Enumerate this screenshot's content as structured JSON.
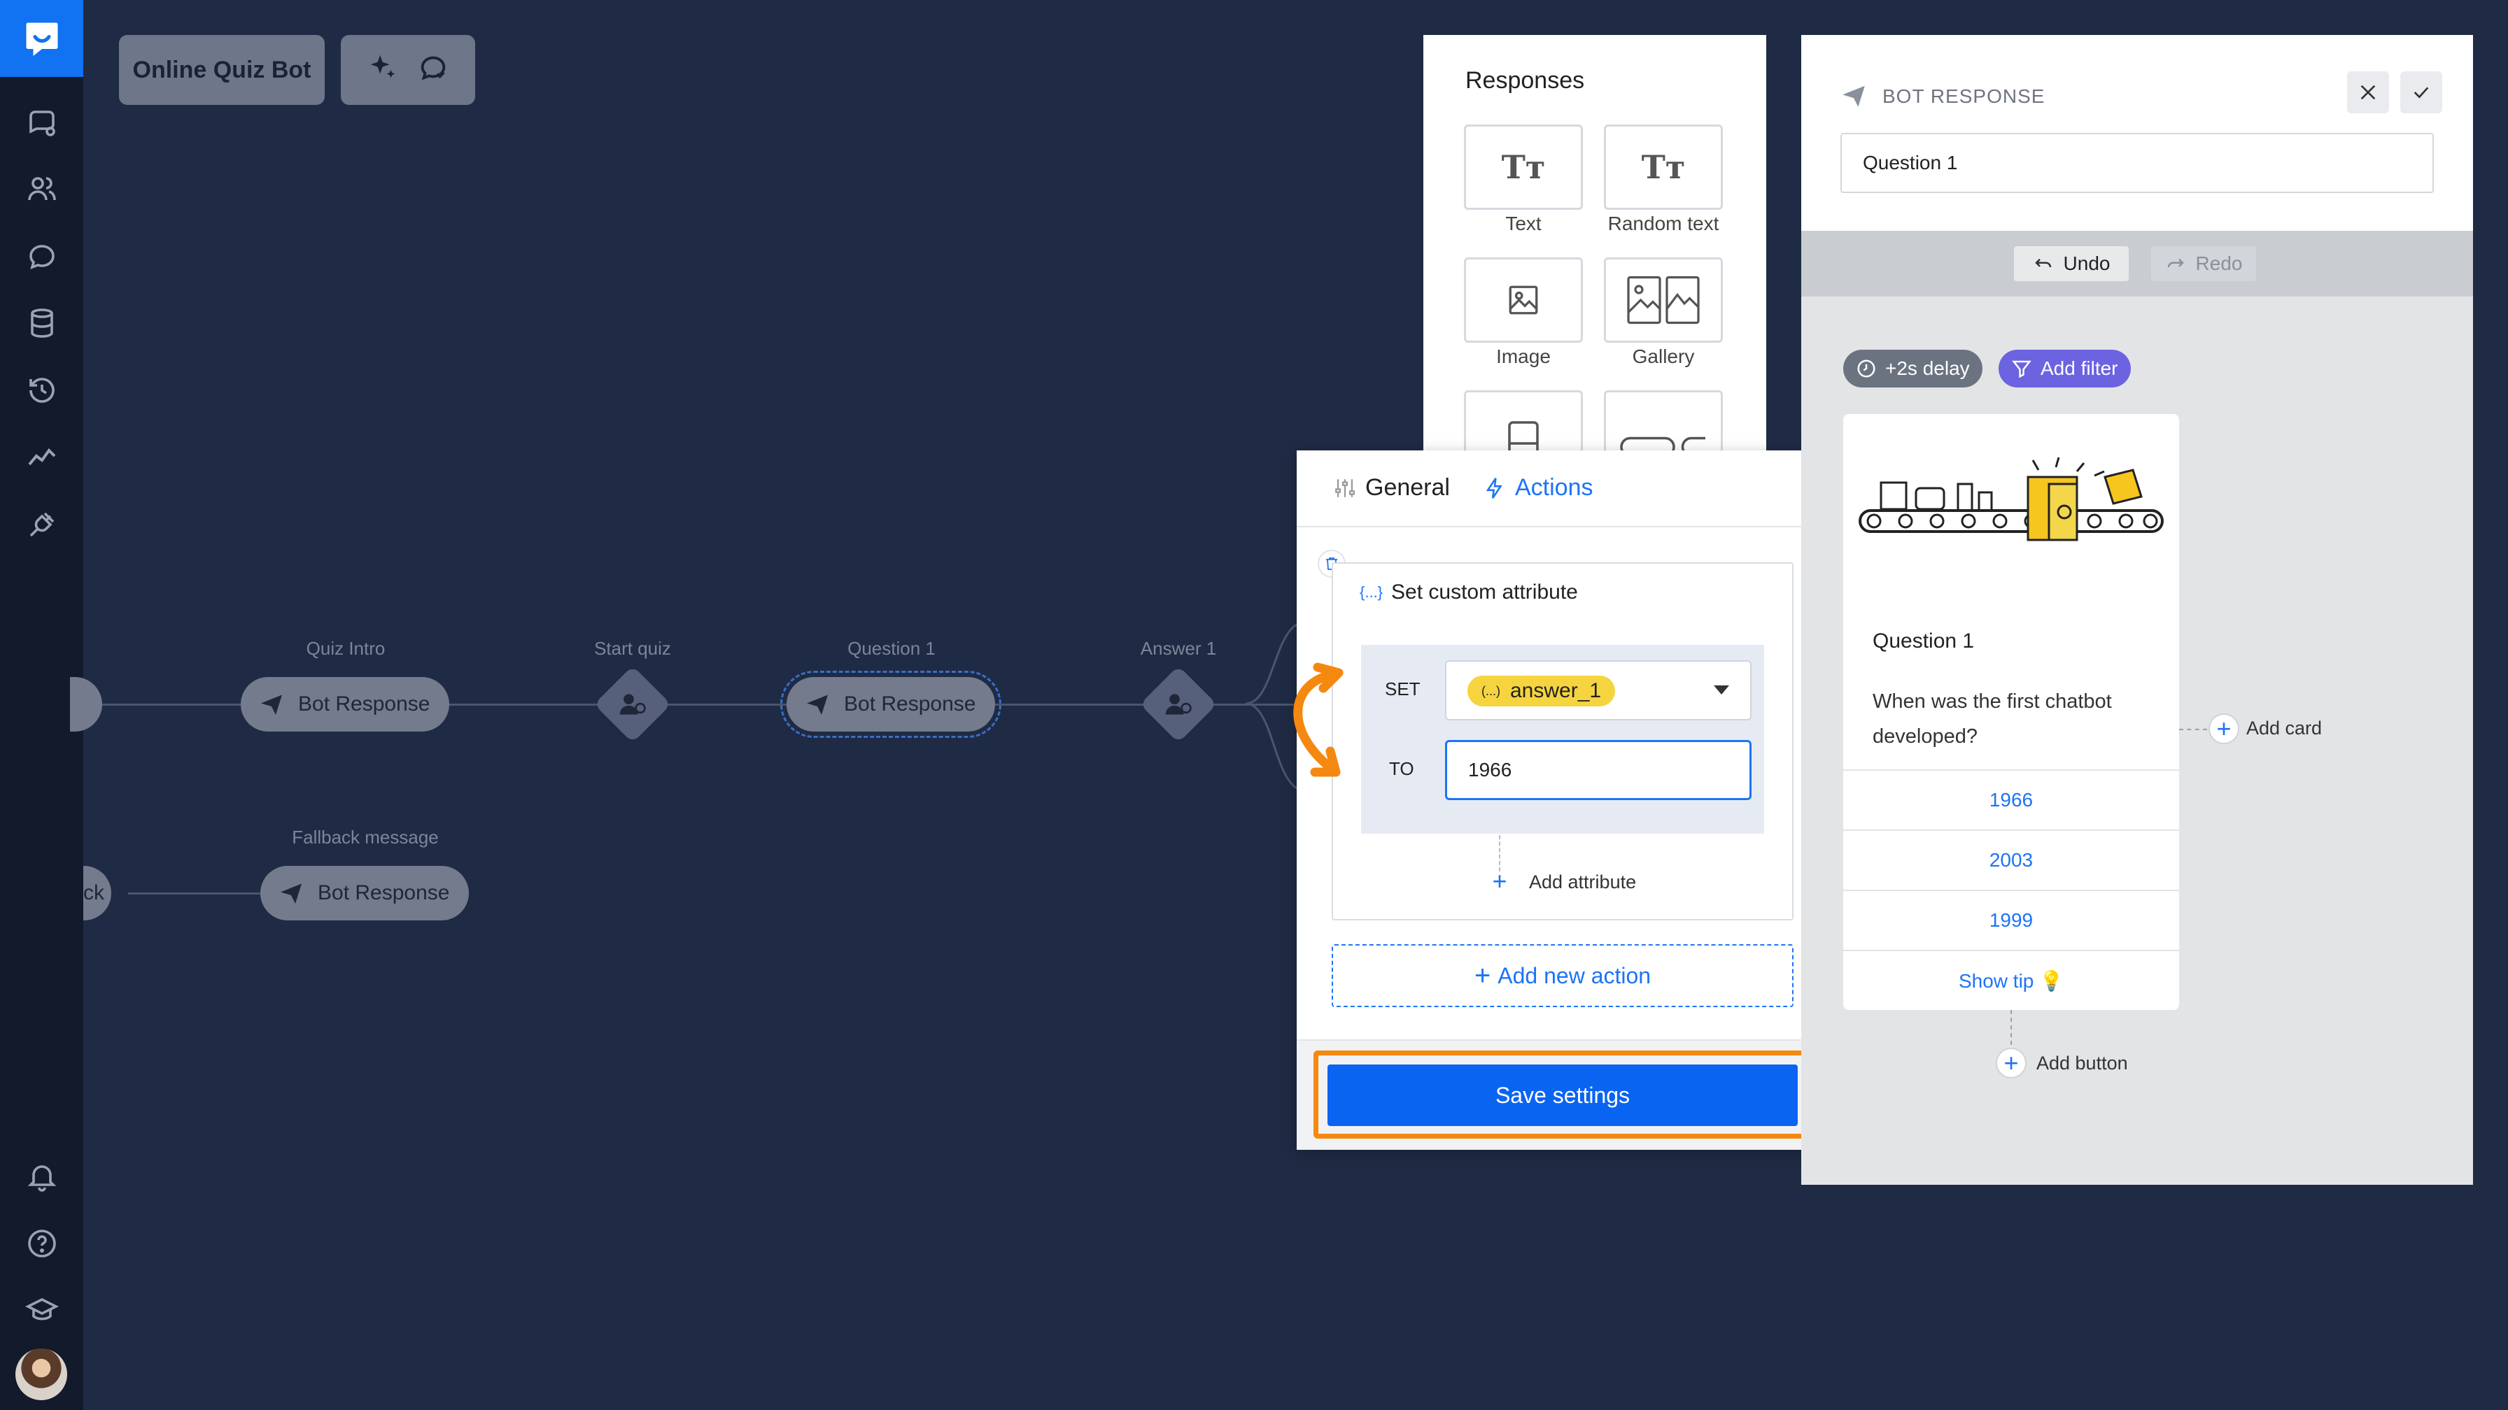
{
  "header": {
    "bot_name": "Online Quiz Bot"
  },
  "flow": {
    "labels": {
      "quiz_intro": "Quiz Intro",
      "start_quiz": "Start quiz",
      "question_1": "Question 1",
      "answer_1": "Answer 1",
      "fallback": "Fallback message",
      "partial_left": "ck"
    },
    "node_text": "Bot Response"
  },
  "responses": {
    "title": "Responses",
    "tiles": [
      "Text",
      "Random text",
      "Image",
      "Gallery"
    ]
  },
  "action_panel": {
    "tab_general": "General",
    "tab_actions": "Actions",
    "action_title": "Set custom attribute",
    "action_glyph": "{...}",
    "set_label": "SET",
    "to_label": "TO",
    "attribute_chip_glyph": "(...)",
    "attribute_name": "answer_1",
    "to_value": "1966",
    "add_attribute": "Add attribute",
    "add_new_action": "Add new action",
    "save": "Save settings"
  },
  "bot_panel": {
    "title": "BOT RESPONSE",
    "name_value": "Question 1",
    "undo": "Undo",
    "redo": "Redo",
    "delay": "+2s delay",
    "add_filter": "Add filter",
    "card_title": "Question 1",
    "card_text": "When was the first chatbot developed?",
    "buttons": [
      "1966",
      "2003",
      "1999",
      "Show tip 💡"
    ],
    "add_card": "Add card",
    "add_button": "Add button"
  },
  "colors": {
    "accent": "#1d74f5",
    "highlight": "#f5880f",
    "chip": "#f6d43f",
    "canvas": "#1f2a44"
  }
}
